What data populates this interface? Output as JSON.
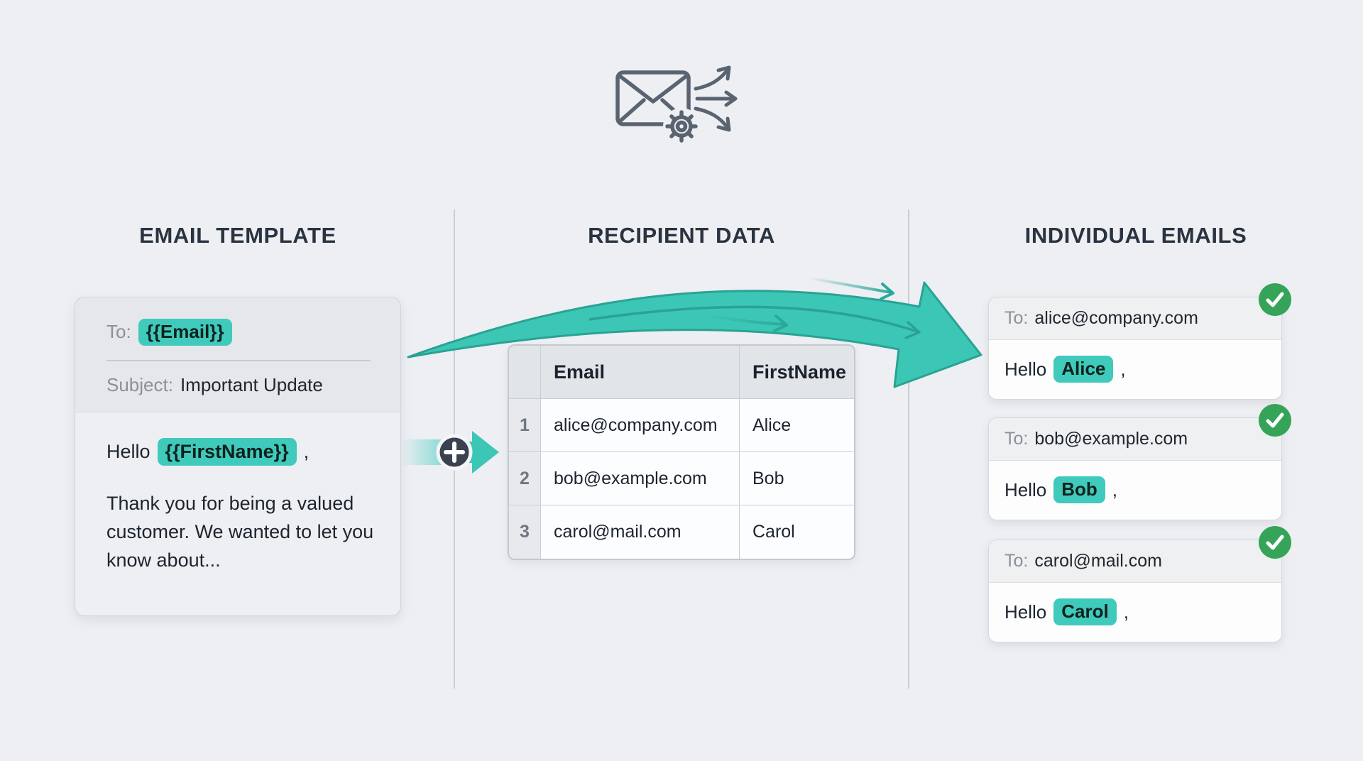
{
  "headings": {
    "template": "EMAIL TEMPLATE",
    "recipients": "RECIPIENT DATA",
    "individual": "INDIVIDUAL EMAILS"
  },
  "template_card": {
    "to_label": "To:",
    "to_value": "{{Email}}",
    "subject_label": "Subject:",
    "subject_value": "Important Update",
    "greeting": "Hello",
    "greeting_var": "{{FirstName}}",
    "comma": ",",
    "body": "Thank you for being a valued customer. We wanted to let you know about..."
  },
  "recipient_table": {
    "headers": {
      "email": "Email",
      "first_name": "FirstName"
    },
    "rows": [
      {
        "num": "1",
        "email": "alice@company.com",
        "first_name": "Alice"
      },
      {
        "num": "2",
        "email": "bob@example.com",
        "first_name": "Bob"
      },
      {
        "num": "3",
        "email": "carol@mail.com",
        "first_name": "Carol"
      }
    ]
  },
  "individual_emails": [
    {
      "to_label": "To:",
      "address": "alice@company.com",
      "greeting": "Hello",
      "name": "Alice",
      "comma": ","
    },
    {
      "to_label": "To:",
      "address": "bob@example.com",
      "greeting": "Hello",
      "name": "Bob",
      "comma": ","
    },
    {
      "to_label": "To:",
      "address": "carol@mail.com",
      "greeting": "Hello",
      "name": "Carol",
      "comma": ","
    }
  ],
  "icons": {
    "top": "mail-merge-icon",
    "connector": "plus-icon",
    "arrow": "merge-arrow-icon",
    "status": "check-icon"
  },
  "colors": {
    "background": "#edeff3",
    "heading": "#2a3340",
    "accent_chip": "#3fcabc",
    "arrow_fill": "#3cc6b5",
    "arrow_outline": "#2aa294",
    "plus_circle": "#39424e",
    "badge_green": "#35a458",
    "label_gray": "#8b9199"
  }
}
